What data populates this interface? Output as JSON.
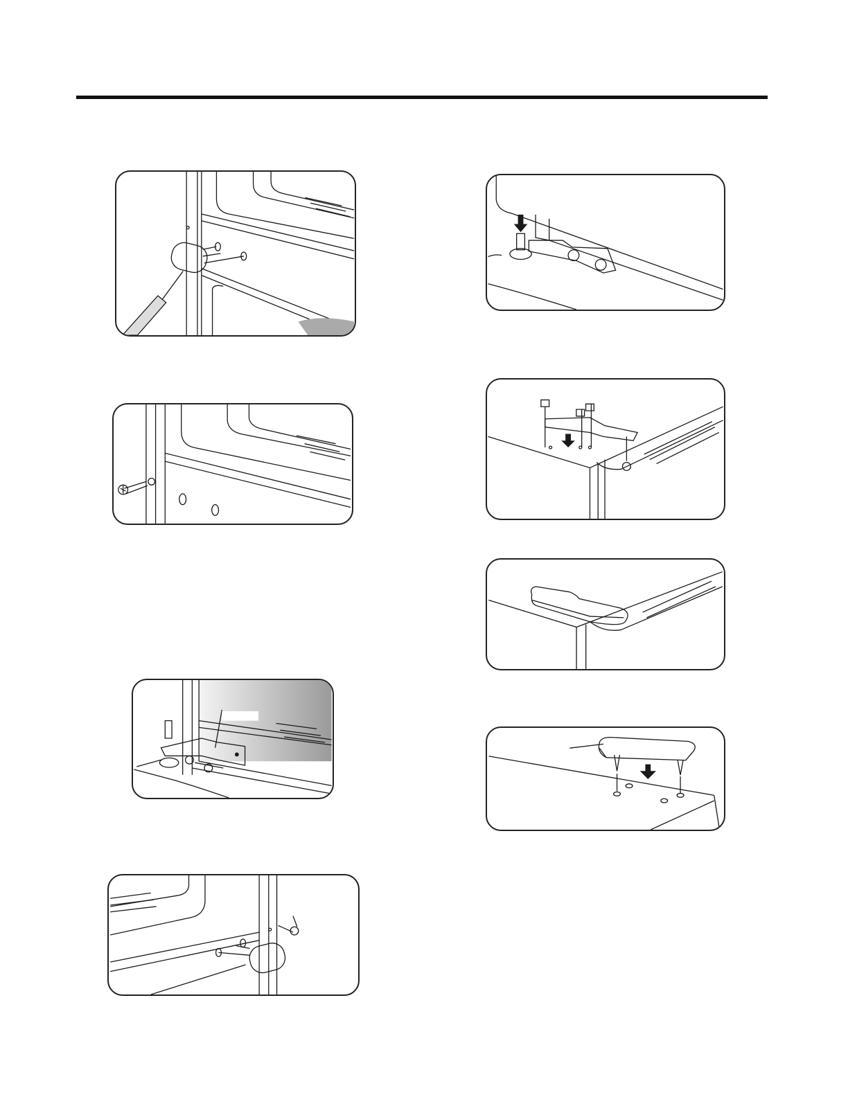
{
  "page": {
    "background": "#ffffff",
    "line_color": "#111111"
  },
  "figures": [
    {
      "id": "p1",
      "icon": "screwdriver-removing-hinge-cover-icon"
    },
    {
      "id": "p2",
      "icon": "screw-into-cabinet-hole-icon"
    },
    {
      "id": "p3",
      "icon": "lower-hinge-bracket-exploded-icon"
    },
    {
      "id": "p4",
      "icon": "hinge-cover-reattach-icon"
    },
    {
      "id": "p5",
      "icon": "door-lowered-on-hinge-pin-icon"
    },
    {
      "id": "p6",
      "icon": "top-hinge-bracket-install-icon"
    },
    {
      "id": "p7",
      "icon": "top-hinge-cover-installed-icon"
    },
    {
      "id": "p8",
      "icon": "top-hinge-cover-exploded-icon"
    }
  ]
}
